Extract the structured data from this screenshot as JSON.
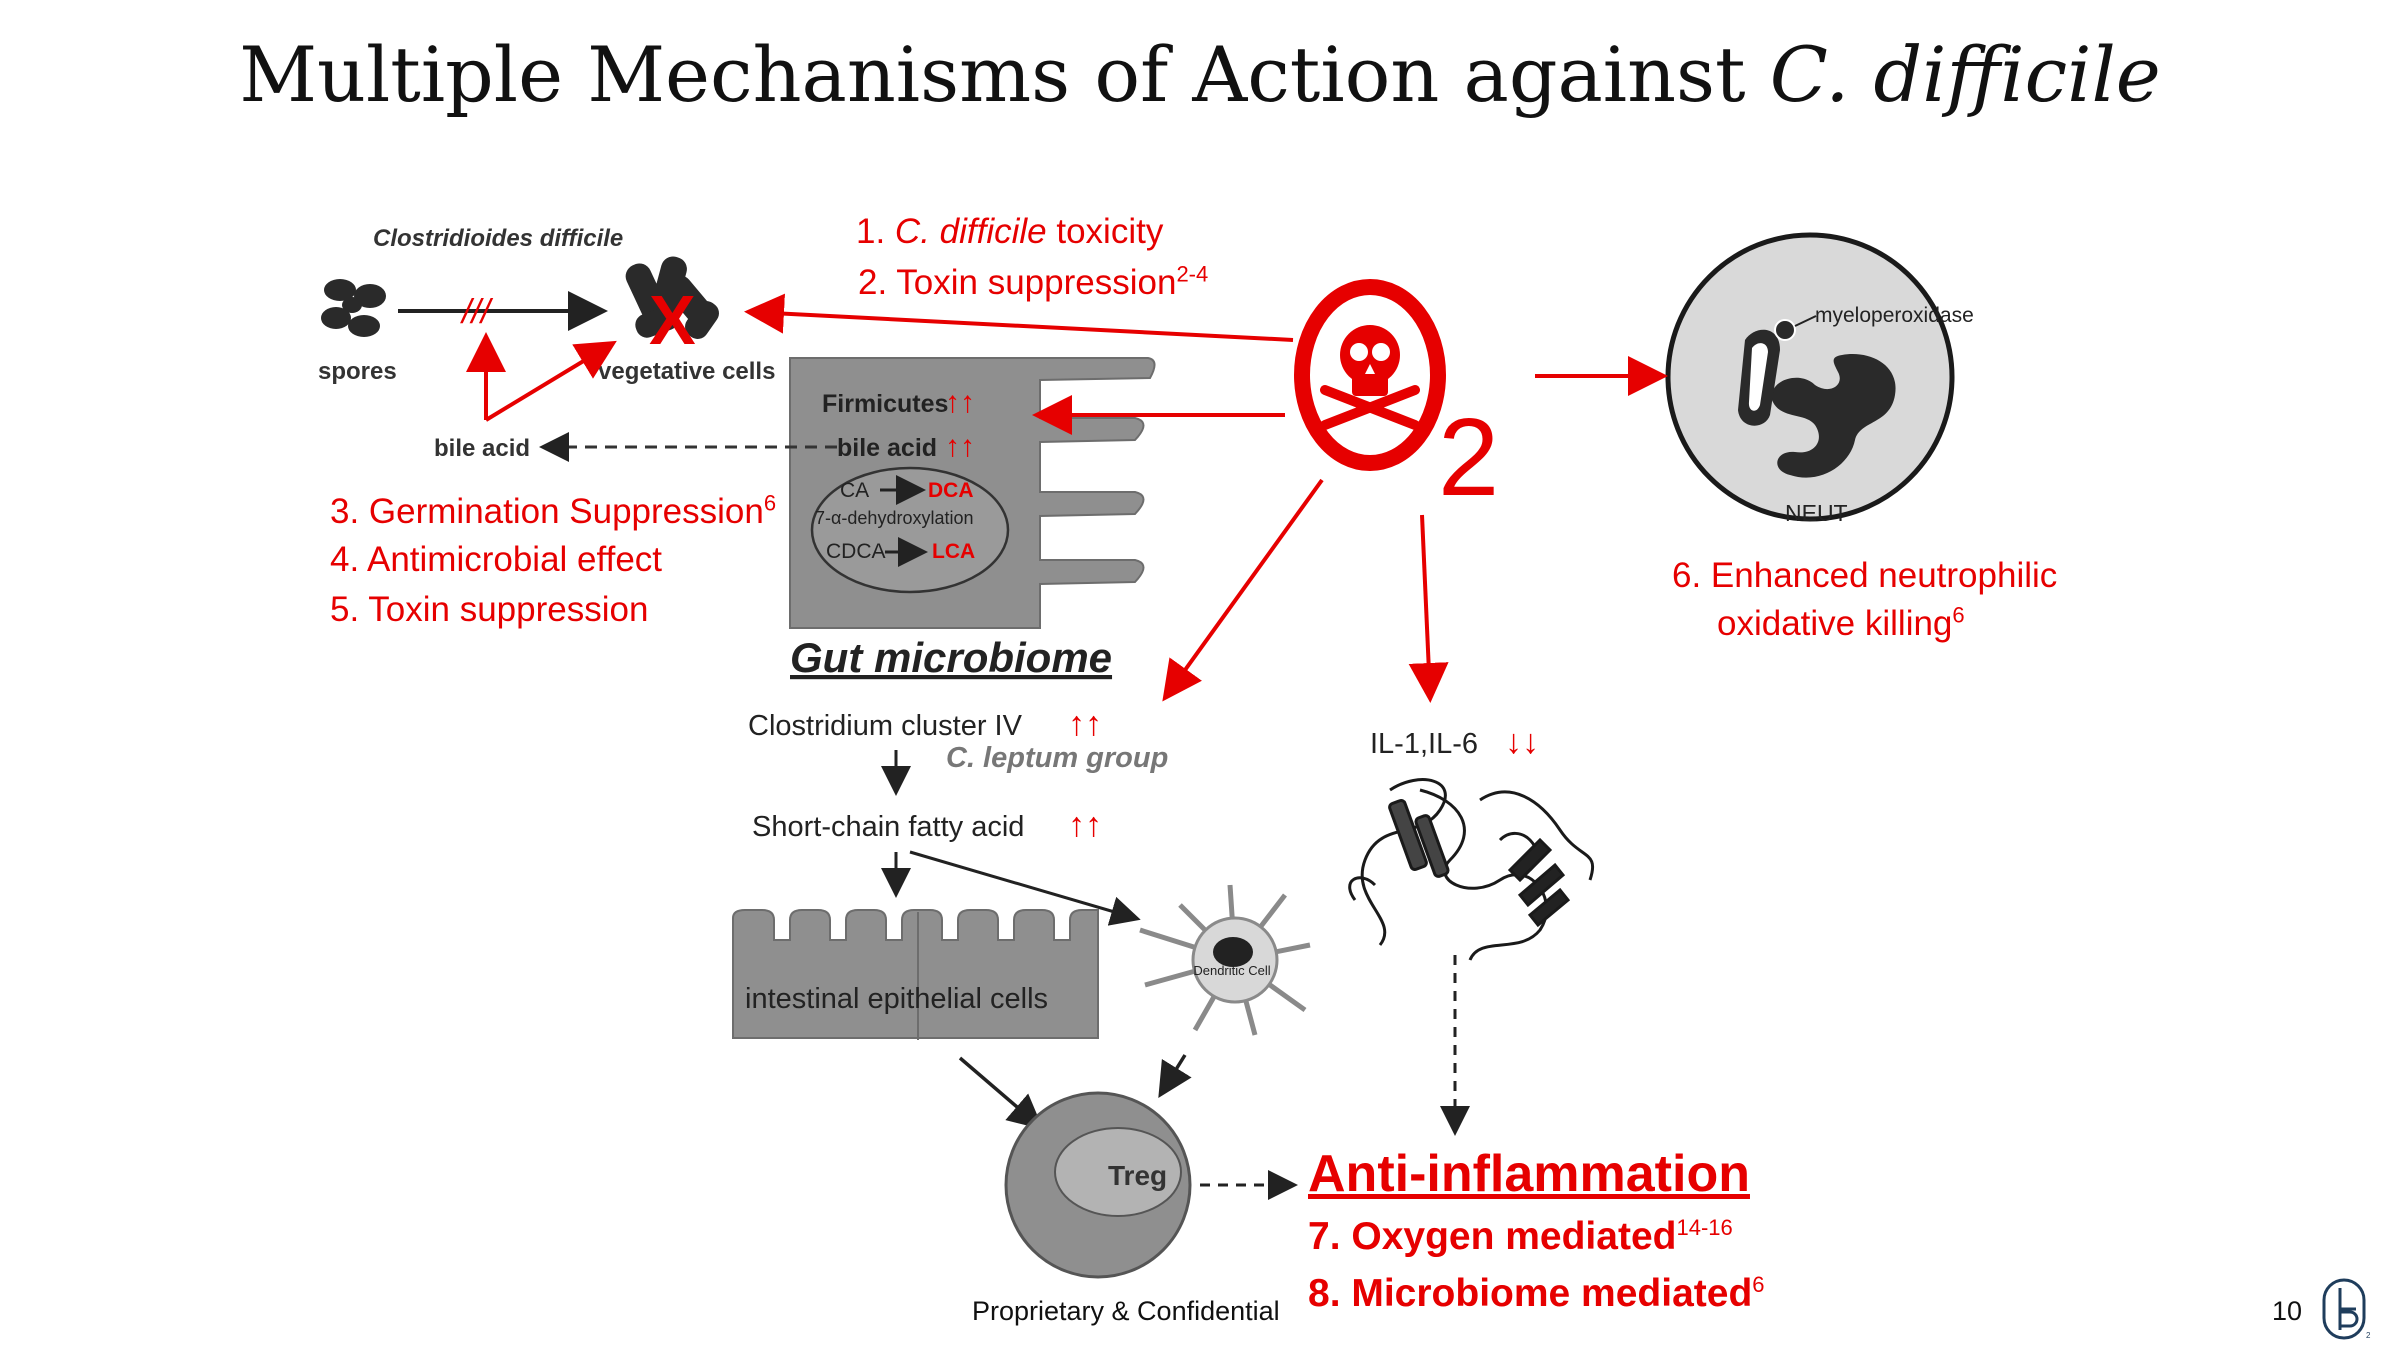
{
  "title": {
    "main": "Multiple Mechanisms of Action against ",
    "italic": "C. difficile"
  },
  "o2": {
    "letter": "O",
    "subscript": "2"
  },
  "mechanisms": {
    "m1": {
      "prefix": "1. ",
      "italic": "C. difficile",
      "suffix": " toxicity"
    },
    "m2": {
      "text": "2. Toxin suppression",
      "ref": "2-4"
    },
    "m3": {
      "text": "3. Germination Suppression",
      "ref": "6"
    },
    "m4": {
      "text": "4. Antimicrobial effect"
    },
    "m5": {
      "text": "5. Toxin suppression"
    },
    "m6": {
      "line1": "6. Enhanced neutrophilic",
      "line2": "oxidative killing",
      "ref": "6"
    }
  },
  "outcome": {
    "heading": "Anti-inflammation",
    "m7": {
      "text": "7. Oxygen mediated",
      "ref": "14-16"
    },
    "m8": {
      "text": "8. Microbiome mediated",
      "ref": "6"
    }
  },
  "figure": {
    "cdiff_label": "Clostridioides difficile",
    "spores": "spores",
    "vegetative": "vegetative cells",
    "bile_acid_left": "bile acid",
    "block_mark": "///",
    "x_mark": "X",
    "firmicutes": "Firmicutes",
    "bile_acid": "bile acid",
    "up_arrows": "↑↑",
    "down_arrows": "↓↓",
    "ca": "CA",
    "dca": "DCA",
    "dehydroxylation": "7-α-dehydroxylation",
    "cdca": "CDCA",
    "lca": "LCA",
    "gut_microbiome": "Gut microbiome",
    "clostridium": "Clostridium cluster IV",
    "c_leptum": "C. leptum group",
    "scfa": "Short-chain fatty acid",
    "epithelial": "intestinal epithelial cells",
    "dendritic": "Dendritic Cell",
    "treg": "Treg",
    "il": "IL-1,IL-6",
    "myeloperoxidase": "myeloperoxidase",
    "neut": "NEUT"
  },
  "footer": {
    "confidential": "Proprietary & Confidential",
    "page": "10"
  },
  "colors": {
    "accent": "#e60000",
    "figure_gray": "#8a8a8a",
    "dark": "#222222"
  }
}
